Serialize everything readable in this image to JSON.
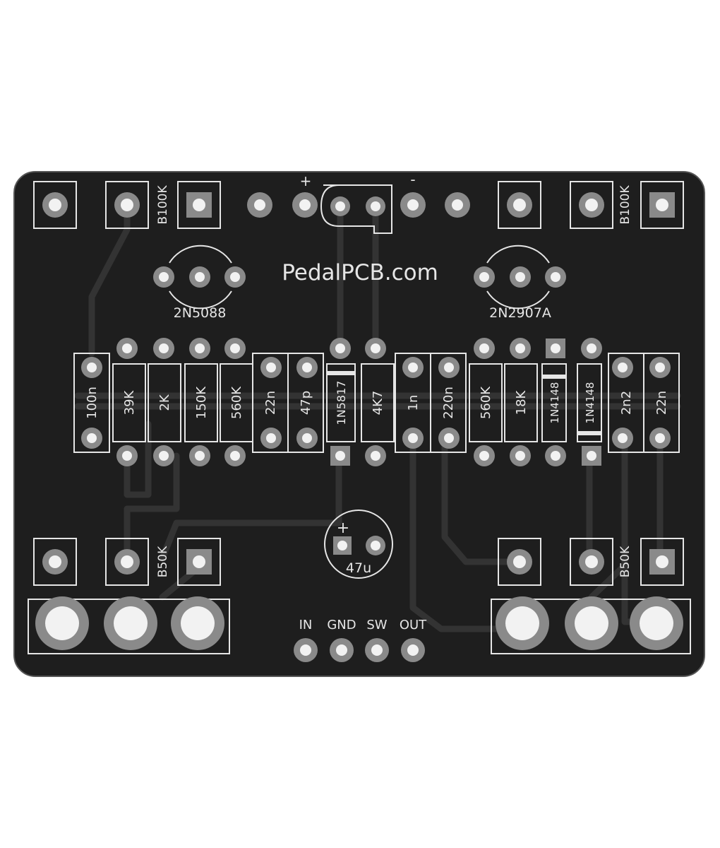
{
  "board": {
    "brand": "PedalPCB.com",
    "colors": {
      "board": "#1e1e1e",
      "trace": "#2e2e2e",
      "pad_ring": "#8a8a8a",
      "silk": "#e6e6e6",
      "hole": "#f2f2f2"
    }
  },
  "power": {
    "plus": "+",
    "minus": "-"
  },
  "pots": {
    "top_left": "B100K",
    "top_right": "B100K",
    "bottom_left": "B50K",
    "bottom_right": "B50K"
  },
  "transistors": {
    "left": "2N5088",
    "right": "2N2907A"
  },
  "components": {
    "c1": "100n",
    "r1": "39K",
    "r2": "2K",
    "r3": "150K",
    "r4": "560K",
    "c2": "22n",
    "c3": "47p",
    "d1": "1N5817",
    "r5": "4K7",
    "c4": "1n",
    "c5": "220n",
    "r6": "560K",
    "r7": "18K",
    "d2": "1N4148",
    "d3": "1N4148",
    "c6": "2n2",
    "c7": "22n"
  },
  "electrolytic": {
    "value": "47u",
    "polarity": "+"
  },
  "io": {
    "in": "IN",
    "gnd": "GND",
    "sw": "SW",
    "out": "OUT"
  }
}
